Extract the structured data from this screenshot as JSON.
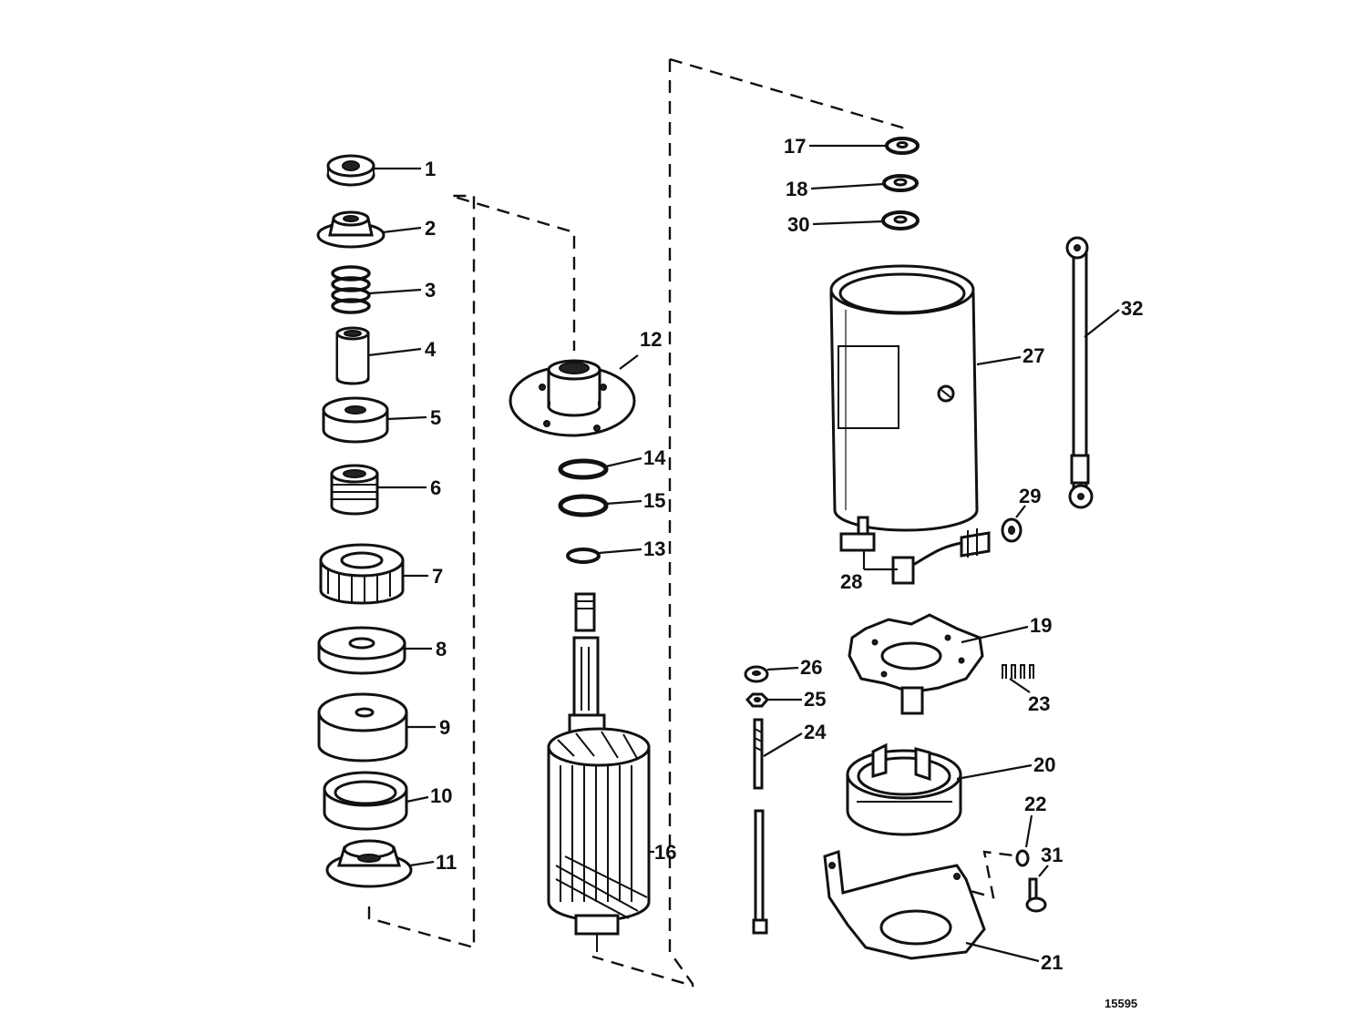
{
  "diagram": {
    "callouts": {
      "c1": "1",
      "c2": "2",
      "c3": "3",
      "c4": "4",
      "c5": "5",
      "c6": "6",
      "c7": "7",
      "c8": "8",
      "c9": "9",
      "c10": "10",
      "c11": "11",
      "c12": "12",
      "c13": "13",
      "c14": "14",
      "c15": "15",
      "c16": "16",
      "c17": "17",
      "c18": "18",
      "c19": "19",
      "c20": "20",
      "c21": "21",
      "c22": "22",
      "c23": "23",
      "c24": "24",
      "c25": "25",
      "c26": "26",
      "c27": "27",
      "c28": "28",
      "c29": "29",
      "c30": "30",
      "c31": "31",
      "c32": "32"
    },
    "reference_number": "15595"
  }
}
